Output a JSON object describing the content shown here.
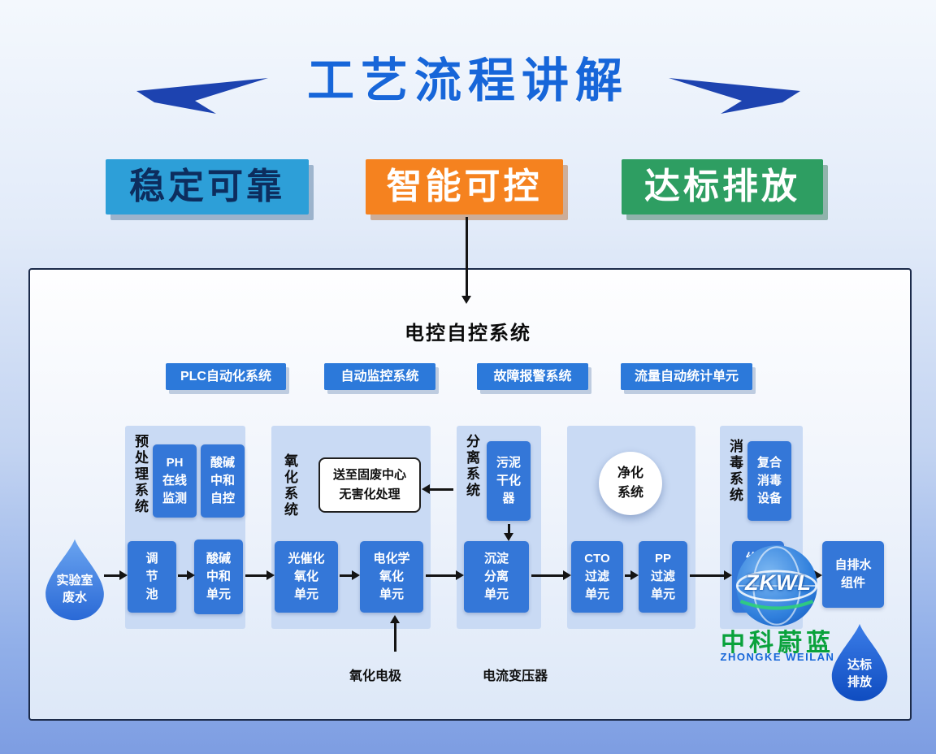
{
  "header": {
    "title": "工艺流程讲解",
    "badges": [
      {
        "label": "稳定可靠"
      },
      {
        "label": "智能可控"
      },
      {
        "label": "达标排放"
      }
    ]
  },
  "panel": {
    "title": "电控自控系统",
    "control_buttons": [
      {
        "label": "PLC自动化系统"
      },
      {
        "label": "自动监控系统"
      },
      {
        "label": "故障报警系统"
      },
      {
        "label": "流量自动统计单元"
      }
    ],
    "sections": {
      "pretreatment": {
        "label": "预处理系统",
        "ph_monitor": "PH\n在线\n监测",
        "acid_base_auto": "酸碱\n中和\n自控",
        "regulating_tank": "调\n节\n池",
        "neutralize_unit": "酸碱\n中和\n单元"
      },
      "oxidation": {
        "label": "氧化系统",
        "solid_waste_note": "送至固废中心\n无害化处理",
        "photocatalytic": "光催化\n氧化\n单元",
        "electrochemical": "电化学\n氧化\n单元"
      },
      "separation": {
        "label": "分离系统",
        "sludge_dryer": "污泥\n干化\n器",
        "sediment_unit": "沉淀\n分离\n单元"
      },
      "purification": {
        "label": "净化\n系统",
        "cto_filter": "CTO\n过滤\n单元",
        "pp_filter": "PP\n过滤\n单元"
      },
      "disinfection": {
        "label": "消毒系统",
        "composite_device": "复合\n消毒\n设备",
        "disinfect_unit": "络合\n消毒\n单元"
      }
    },
    "drain_unit": "自排水\n组件",
    "inlet_drop": "实验室\n废水",
    "outlet_drop": "达标\n排放",
    "annotations": {
      "oxidation_electrode": "氧化电极",
      "current_transformer": "电流变压器"
    }
  },
  "logo": {
    "badge_text": "ZKWL",
    "name_cn": "中科蔚蓝",
    "name_en": "ZHONGKE WEILAN"
  },
  "colors": {
    "badge_blue": "#2d9fd8",
    "badge_orange": "#f5821f",
    "badge_green": "#2e9e62",
    "process_box_blue": "#3477d8",
    "control_button_blue": "#2c79da",
    "title_blue": "#1766d9",
    "logo_green": "#0aa23c",
    "logo_blue": "#1565d8"
  }
}
